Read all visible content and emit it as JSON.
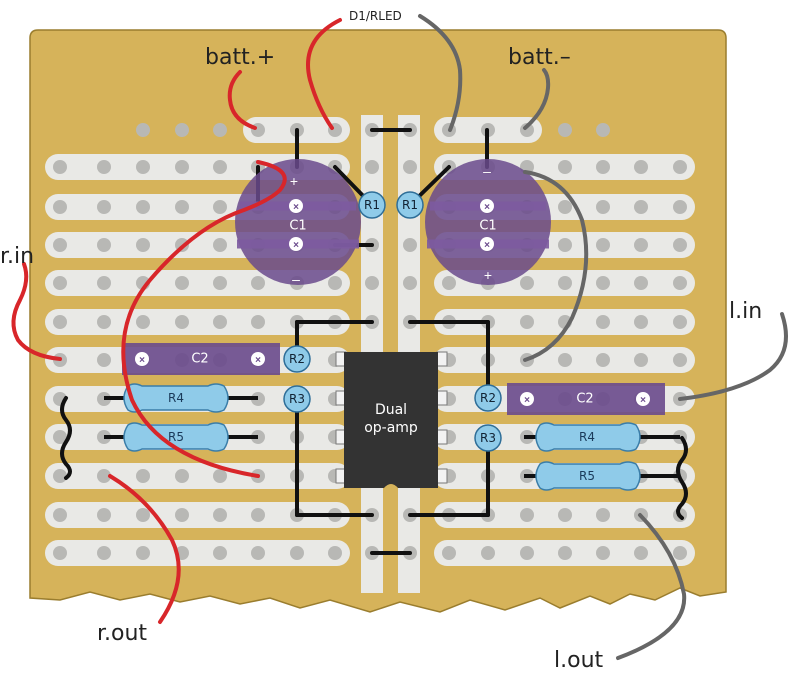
{
  "labels": {
    "d1_rled": "D1/RLED",
    "batt_plus": "batt.+",
    "batt_minus": "batt.–",
    "r_in": "r.in",
    "l_in": "l.in",
    "r_out": "r.out",
    "l_out": "l.out"
  },
  "components": {
    "c1_left": "C1",
    "c1_right": "C1",
    "c2_left": "C2",
    "c2_right": "C2",
    "r1_left": "R1",
    "r1_right": "R1",
    "r2_left": "R2",
    "r2_right": "R2",
    "r3_left": "R3",
    "r3_right": "R3",
    "r4_left": "R4",
    "r4_right": "R4",
    "r5_left": "R5",
    "r5_right": "R5",
    "ic_line1": "Dual",
    "ic_line2": "op-amp"
  },
  "polarity": {
    "plus": "+",
    "minus": "–"
  },
  "colors": {
    "board": "#d6b35a",
    "strip": "#e9e9e6",
    "hole": "#b8b8b5",
    "capacitor": "#6a4a8c",
    "resistor": "#8fcbe9",
    "ic": "#333333",
    "red_wire": "#d8262a",
    "grey_wire": "#666666"
  }
}
